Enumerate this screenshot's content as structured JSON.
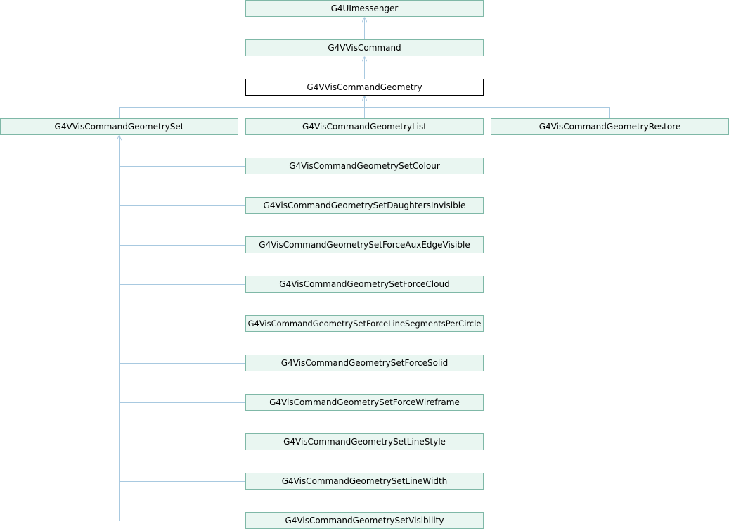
{
  "diagram": {
    "colors": {
      "node_fill": "#e9f6f1",
      "node_border": "#7fb8a7",
      "current_fill": "#ffffff",
      "current_border": "#000000",
      "edge": "#a8c9e0"
    },
    "nodes": {
      "uimessenger": "G4UImessenger",
      "vviscommand": "G4VVisCommand",
      "vviscommandgeometry": "G4VVisCommandGeometry",
      "vviscommandgeometryset": "G4VVisCommandGeometrySet",
      "geometrylist": "G4VisCommandGeometryList",
      "geometryrestore": "G4VisCommandGeometryRestore",
      "setcolour": "G4VisCommandGeometrySetColour",
      "setdaughtersinvisible": "G4VisCommandGeometrySetDaughtersInvisible",
      "setforceauxedgevisible": "G4VisCommandGeometrySetForceAuxEdgeVisible",
      "setforcecloud": "G4VisCommandGeometrySetForceCloud",
      "setforcelinesegmentspercircle": "G4VisCommandGeometrySetForceLineSegmentsPerCircle",
      "setforcesolid": "G4VisCommandGeometrySetForceSolid",
      "setforcewireframe": "G4VisCommandGeometrySetForceWireframe",
      "setlinestyle": "G4VisCommandGeometrySetLineStyle",
      "setlinewidth": "G4VisCommandGeometrySetLineWidth",
      "setvisibility": "G4VisCommandGeometrySetVisibility"
    }
  }
}
